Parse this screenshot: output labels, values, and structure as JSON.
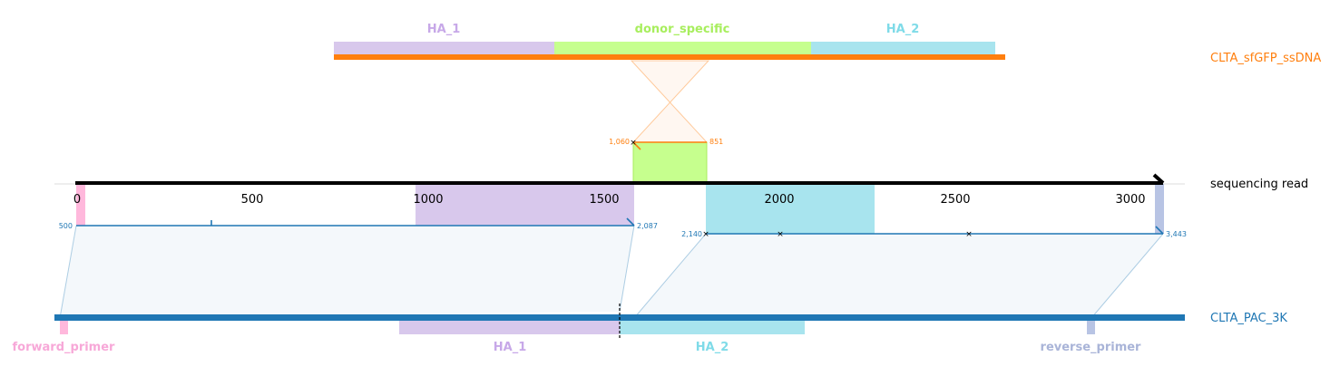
{
  "colors": {
    "ssdna": "#ff7f0e",
    "read": "#000000",
    "ref": "#1f77b4",
    "ha1": "#d8c8ec",
    "ha2": "#a8e4ee",
    "donor": "#c6ff8e",
    "fwd": "#ffb8dc",
    "rev": "#b8c4e4",
    "ha1_text": "#c7a8e8",
    "ha2_text": "#7fdbe8",
    "donor_text": "#a8ee5e",
    "fwd_text": "#f7a8d8",
    "rev_text": "#a9b4d8"
  },
  "tracks": {
    "ssdna": {
      "name": "CLTA_sfGFP_ssDNA",
      "features": [
        {
          "label": "HA_1",
          "color_key": "ha1"
        },
        {
          "label": "donor_specific",
          "color_key": "donor"
        },
        {
          "label": "HA_2",
          "color_key": "ha2"
        }
      ]
    },
    "read": {
      "name": "sequencing read",
      "ticks": [
        "0",
        "500",
        "1000",
        "1500",
        "2000",
        "2500",
        "3000"
      ]
    },
    "ref": {
      "name": "CLTA_PAC_3K",
      "features": [
        {
          "label": "forward_primer",
          "color_key": "fwd"
        },
        {
          "label": "HA_1",
          "color_key": "ha1"
        },
        {
          "label": "HA_2",
          "color_key": "ha2"
        },
        {
          "label": "reverse_primer",
          "color_key": "rev"
        }
      ]
    }
  },
  "alignments": {
    "donor": {
      "start_label": "1,060",
      "end_label": "851"
    },
    "ref_left": {
      "start_label": "500",
      "end_label": "2,087"
    },
    "ref_right": {
      "start_label": "2,140",
      "end_label": "3,443"
    }
  }
}
